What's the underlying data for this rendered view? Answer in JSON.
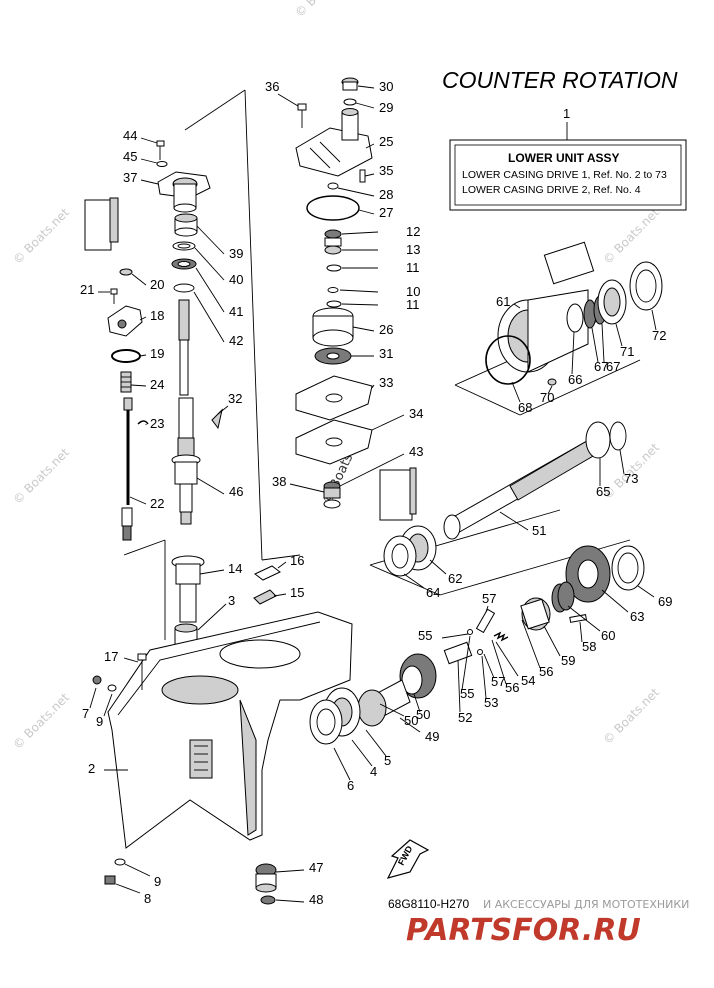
{
  "title": "COUNTER ROTATION",
  "assembly_box": {
    "ref": "1",
    "heading": "LOWER UNIT ASSY",
    "lines": [
      "LOWER CASING DRIVE 1,  Ref. No. 2 to 73",
      "LOWER CASING DRIVE 2,  Ref. No. 4"
    ]
  },
  "fwd_label": "FWD",
  "diagram_code": "68G8110-H270",
  "watermark": "© Boats.net",
  "footer_ru": "И АКСЕССУАРЫ ДЛЯ МОТОТЕХНИКИ",
  "brand_logo": "PARTSFOR.RU",
  "part_numbers": [
    "2",
    "3",
    "4",
    "5",
    "6",
    "7",
    "8",
    "9",
    "9",
    "10",
    "11",
    "11",
    "12",
    "13",
    "14",
    "15",
    "16",
    "17",
    "18",
    "19",
    "20",
    "21",
    "22",
    "23",
    "24",
    "25",
    "26",
    "27",
    "28",
    "29",
    "30",
    "31",
    "32",
    "33",
    "34",
    "35",
    "36",
    "37",
    "38",
    "39",
    "40",
    "41",
    "42",
    "43",
    "44",
    "45",
    "46",
    "47",
    "48",
    "49",
    "50",
    "50",
    "51",
    "52",
    "53",
    "54",
    "55",
    "55",
    "56",
    "56",
    "57",
    "57",
    "58",
    "59",
    "60",
    "61",
    "62",
    "63",
    "64",
    "65",
    "66",
    "67",
    "67",
    "68",
    "69",
    "70",
    "71",
    "72",
    "73"
  ],
  "colors": {
    "line": "#000000",
    "watermark": "#c9c9c9",
    "brand": "#c0392b"
  }
}
